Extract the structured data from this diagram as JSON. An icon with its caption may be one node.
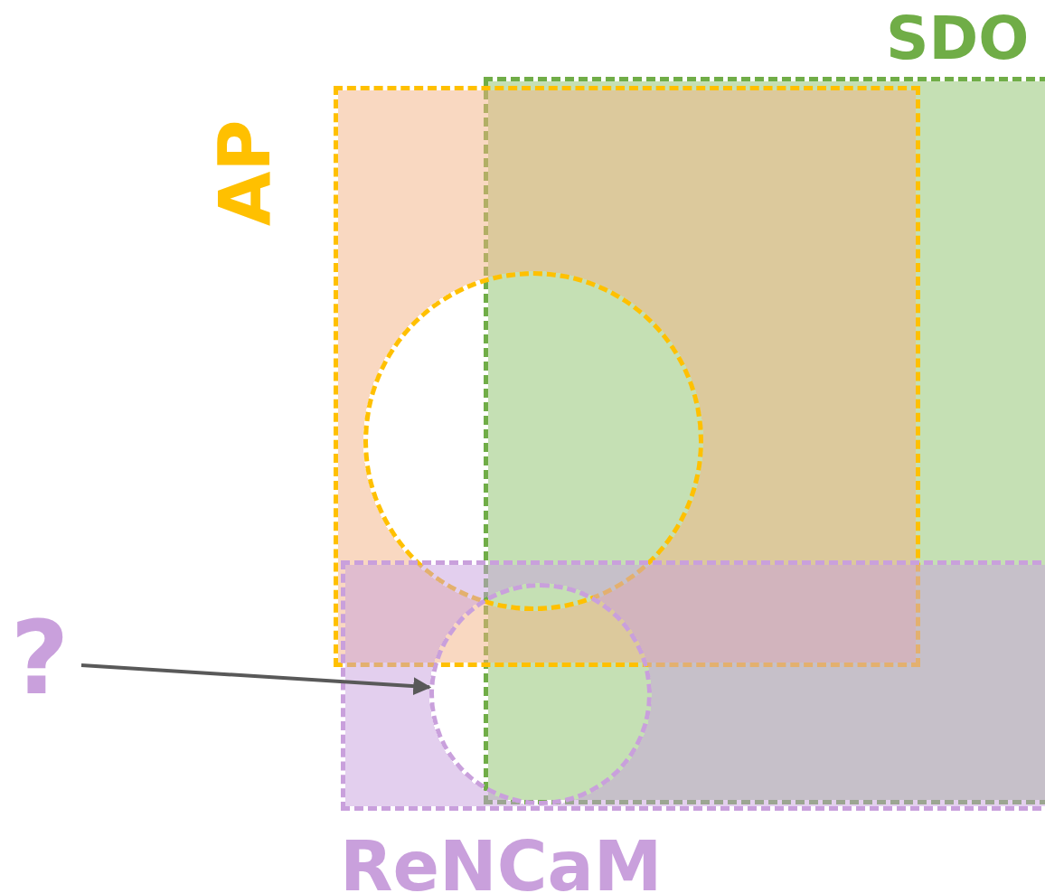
{
  "diagram": {
    "nodes": [
      {
        "text": [
          "SDO"
        ]
      },
      {
        "text": [
          "AP"
        ]
      },
      {
        "text": [],
        "shape": "circle",
        "in": 1
      },
      {
        "text": [
          "?"
        ]
      },
      {
        "text": [],
        "shape": "circle",
        "in": 5
      },
      {
        "text": [
          "ReNCaM"
        ]
      }
    ],
    "edges": [
      {
        "from": 3,
        "to": 4,
        "arrow": "to",
        "color": "#595959"
      }
    ]
  }
}
